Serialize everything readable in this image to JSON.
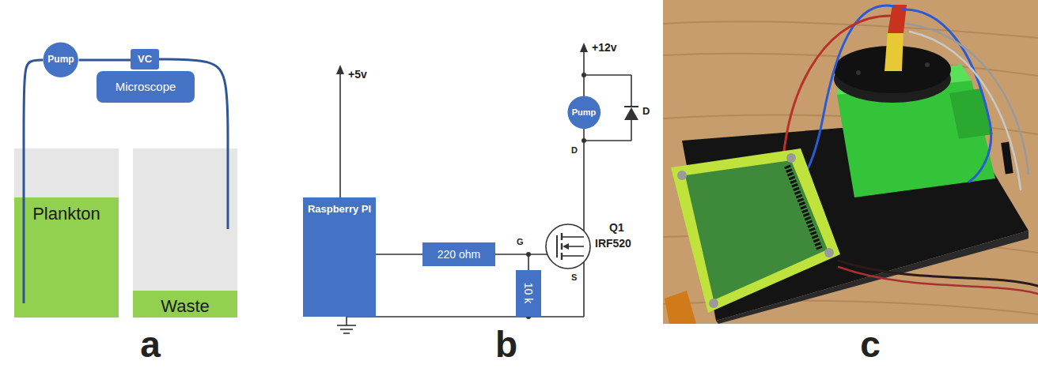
{
  "diagram": {
    "nodes": [
      {
        "text": [
          "Pump"
        ]
      },
      {
        "text": [
          "VC"
        ]
      },
      {
        "text": [
          "Microscope"
        ]
      },
      {
        "text": [
          "Plankton"
        ]
      },
      {
        "text": [
          "Waste"
        ]
      },
      {
        "text": [
          "Raspberry PI"
        ]
      },
      {
        "text": [
          "220 ohm"
        ]
      },
      {
        "text": [
          "10 k"
        ]
      },
      {
        "text": [
          "Pump"
        ]
      }
    ],
    "edges": [
      {
        "from": 3,
        "to": 0,
        "arrow": "none"
      },
      {
        "from": 0,
        "to": 1,
        "arrow": "none"
      },
      {
        "from": 1,
        "to": 4,
        "arrow": "none"
      },
      {
        "from": 5,
        "to": 6,
        "arrow": "none"
      },
      {
        "from": 6,
        "to": 7,
        "arrow": "none"
      }
    ],
    "labels": [
      "+12v",
      "+5v",
      "D",
      "G",
      "Q1",
      "IRF520",
      "D",
      "S",
      "a",
      "b",
      "c"
    ]
  }
}
